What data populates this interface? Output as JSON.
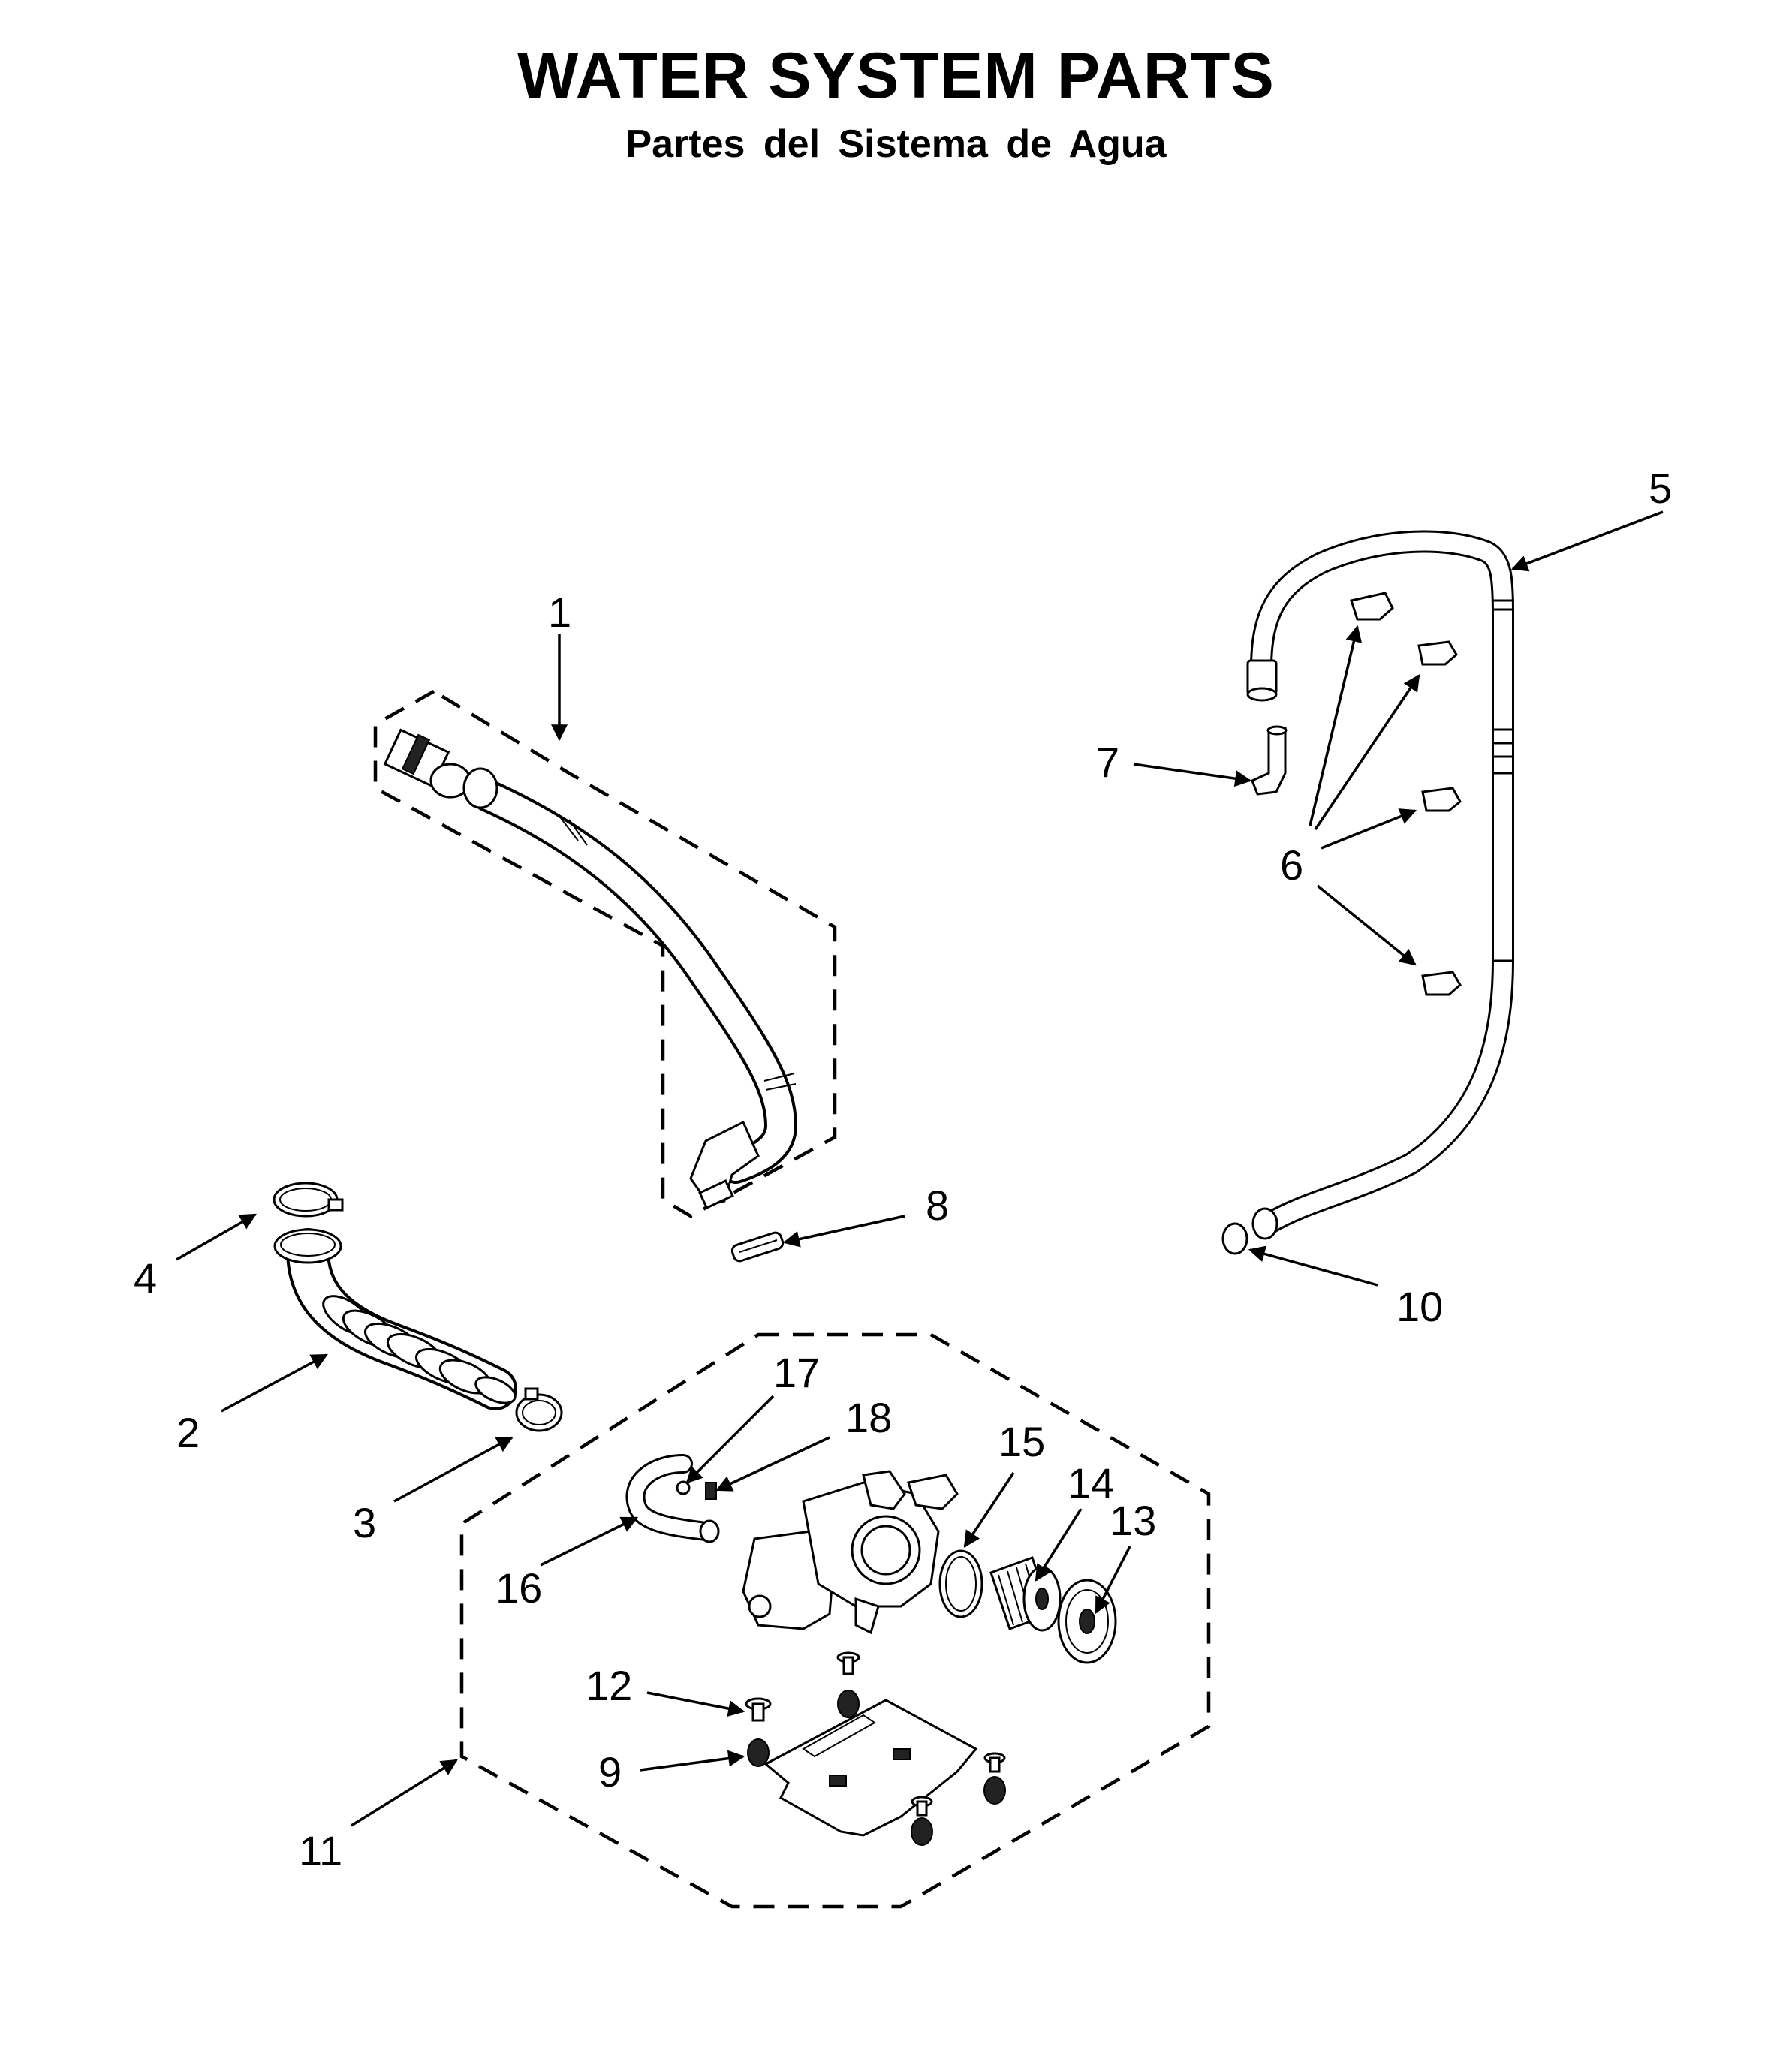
{
  "title": "WATER SYSTEM PARTS",
  "subtitle": "Partes del Sistema de Agua",
  "callouts": {
    "c1": "1",
    "c2": "2",
    "c3": "3",
    "c4": "4",
    "c5": "5",
    "c6": "6",
    "c7": "7",
    "c8": "8",
    "c9": "9",
    "c10": "10",
    "c11": "11",
    "c12": "12",
    "c13": "13",
    "c14": "14",
    "c15": "15",
    "c16": "16",
    "c17": "17",
    "c18": "18"
  }
}
